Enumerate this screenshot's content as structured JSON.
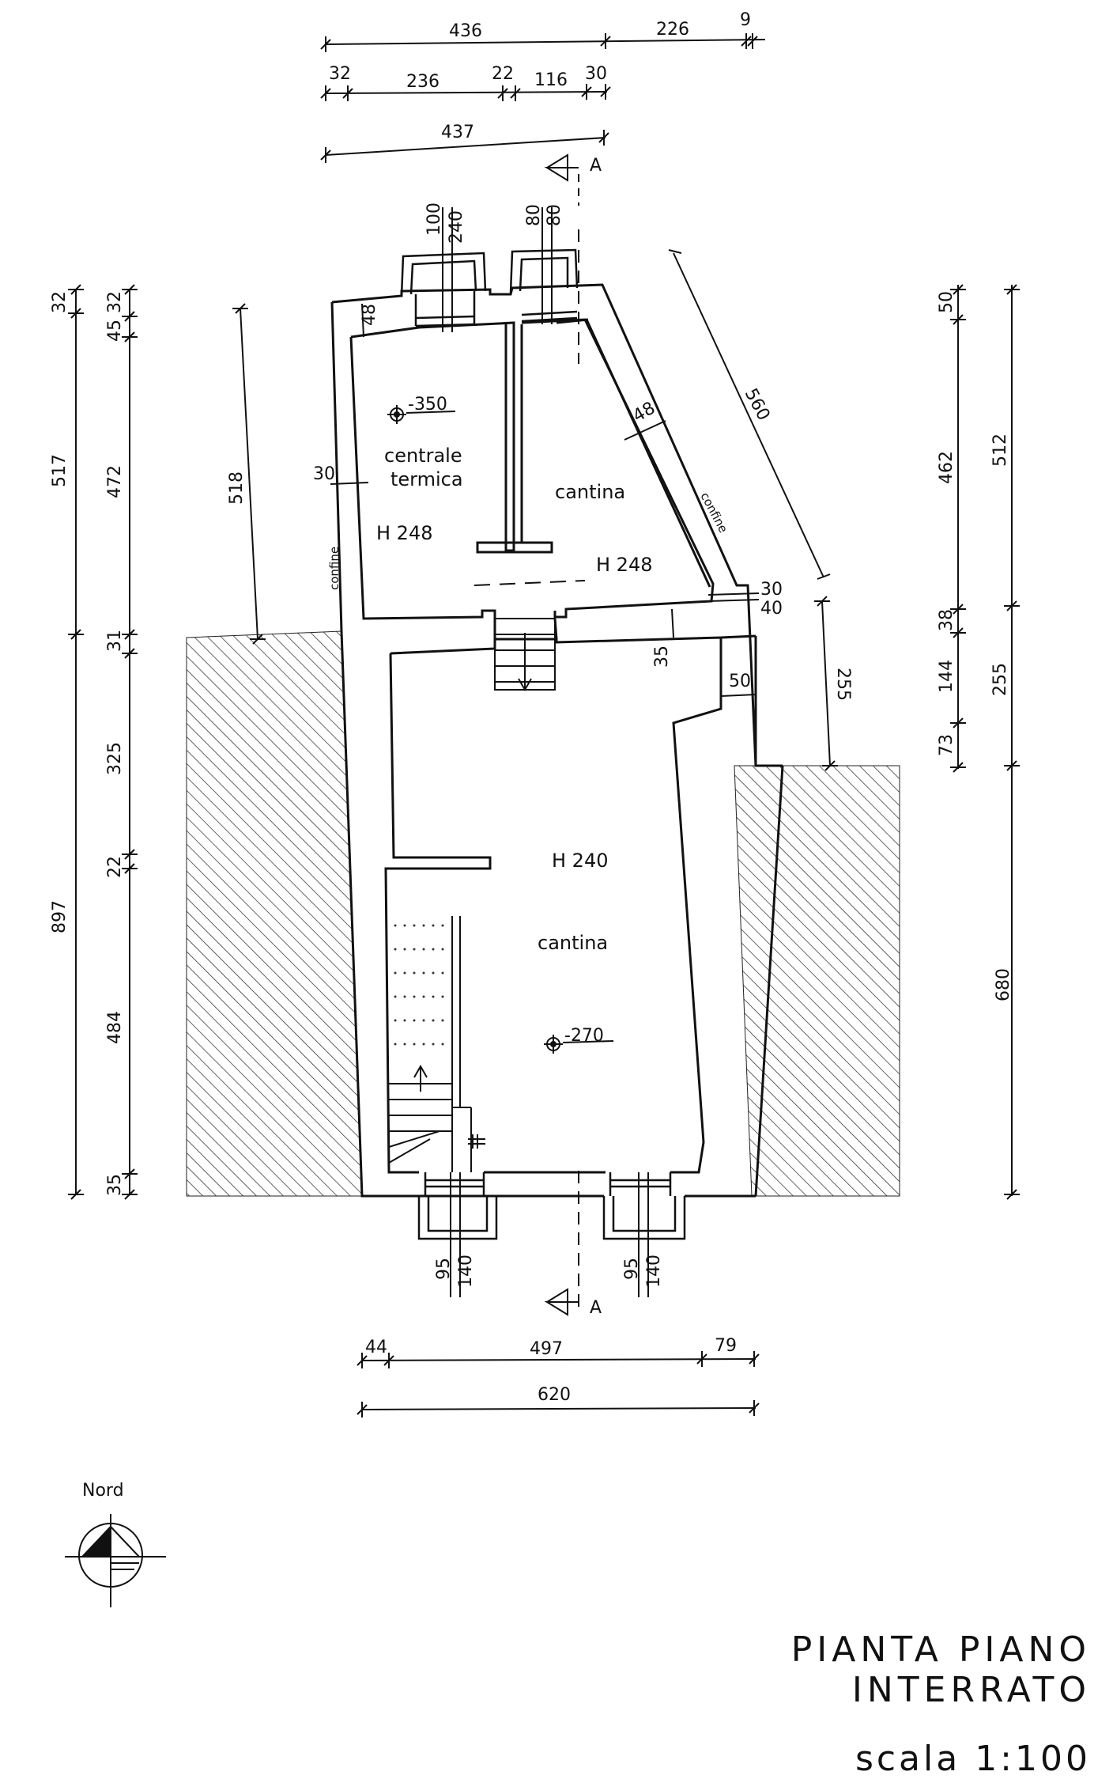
{
  "drawing": {
    "title": "PIANTA PIANO INTERRATO",
    "scale": "scala 1:100",
    "north": "Nord",
    "section_mark": "A"
  },
  "rooms": {
    "upper_left": {
      "name_line1": "centrale",
      "name_line2": "termica",
      "height": "H 248",
      "level": "-350"
    },
    "upper_right": {
      "name": "cantina",
      "height": "H 248"
    },
    "lower": {
      "name": "cantina",
      "height": "H 240",
      "level": "-270"
    }
  },
  "labels": {
    "confine_left": "confine",
    "confine_right": "confine"
  },
  "dims": {
    "top_row1": [
      "436",
      "226",
      "9"
    ],
    "top_row2": [
      "32",
      "236",
      "22",
      "116",
      "30"
    ],
    "top_row3": "437",
    "window_top_left": [
      "100",
      "240"
    ],
    "window_top_right": [
      "80",
      "80"
    ],
    "left_outer": [
      "32",
      "517",
      "897"
    ],
    "left_inner": [
      "45",
      "32",
      "472",
      "31",
      "325",
      "22",
      "484",
      "35"
    ],
    "left_518": "518",
    "wall_30_left": "30",
    "wall_48_top": "48",
    "wall_48_diag": "48",
    "diag_560": "560",
    "right_30": "30",
    "right_40": "40",
    "right_35": "35",
    "right_50_mid": "50",
    "right_255_a": "255",
    "right_col1": [
      "50",
      "462",
      "38",
      "144",
      "73"
    ],
    "right_col2": [
      "512",
      "255",
      "680"
    ],
    "bottom_windows": [
      "95",
      "140",
      "95",
      "140"
    ],
    "bottom_row1": [
      "44",
      "497",
      "79"
    ],
    "bottom_row2": "620"
  },
  "colors": {
    "ink": "#111111",
    "paper": "#ffffff"
  }
}
